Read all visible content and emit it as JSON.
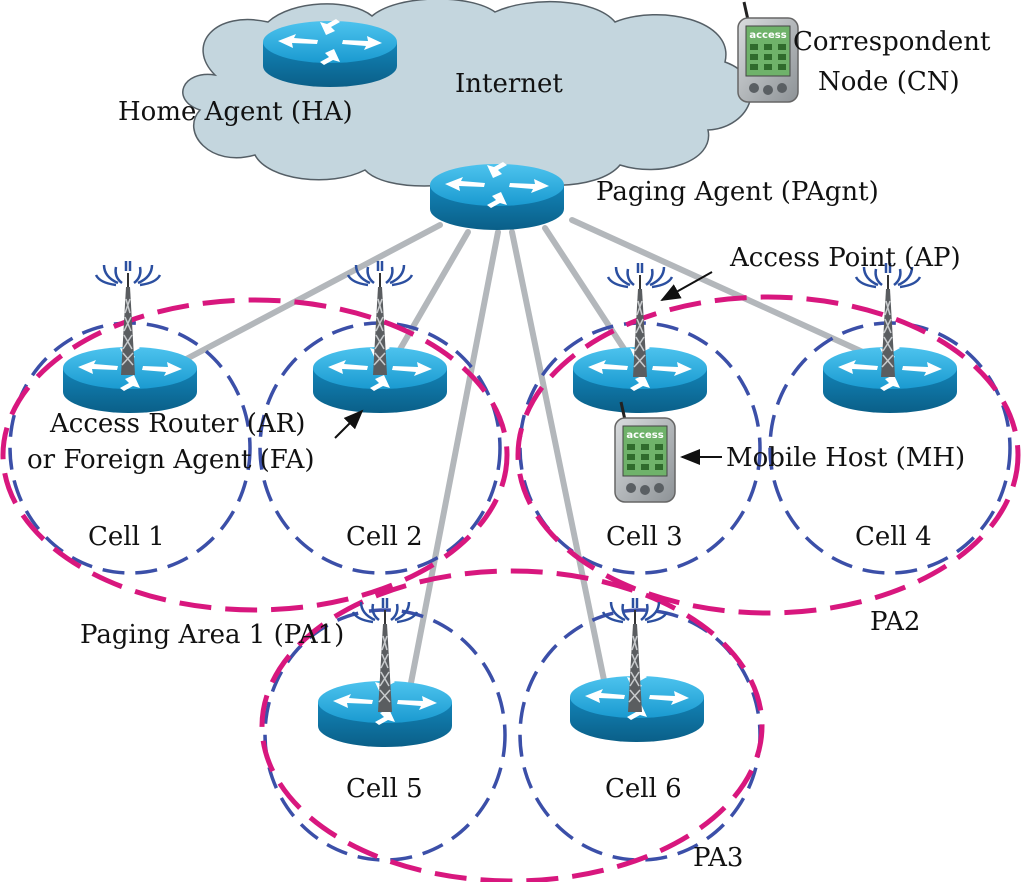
{
  "labels": {
    "internet": "Internet",
    "home_agent": "Home Agent (HA)",
    "cn_line1": "Correspondent",
    "cn_line2": "Node (CN)",
    "paging_agent": "Paging Agent (PAgnt)",
    "access_point": "Access Point (AP)",
    "ar_line1": "Access Router (AR)",
    "ar_line2": "or Foreign Agent (FA)",
    "mobile_host": "Mobile Host (MH)",
    "cell1": "Cell 1",
    "cell2": "Cell 2",
    "cell3": "Cell 3",
    "cell4": "Cell 4",
    "cell5": "Cell 5",
    "cell6": "Cell 6",
    "pa1": "Paging Area 1 (PA1)",
    "pa2": "PA2",
    "pa3": "PA3",
    "phone_brand": "access"
  },
  "colors": {
    "cloud": "#c4d6de",
    "router": "#1aa0d4",
    "router_dark": "#0b6f99",
    "link": "#b3b7bb",
    "cell_border": "#3b4fa8",
    "paging_border": "#d8177e"
  },
  "icons": [
    "router-icon",
    "antenna-tower-icon",
    "pda-icon",
    "cloud-icon",
    "arrow-icon"
  ]
}
